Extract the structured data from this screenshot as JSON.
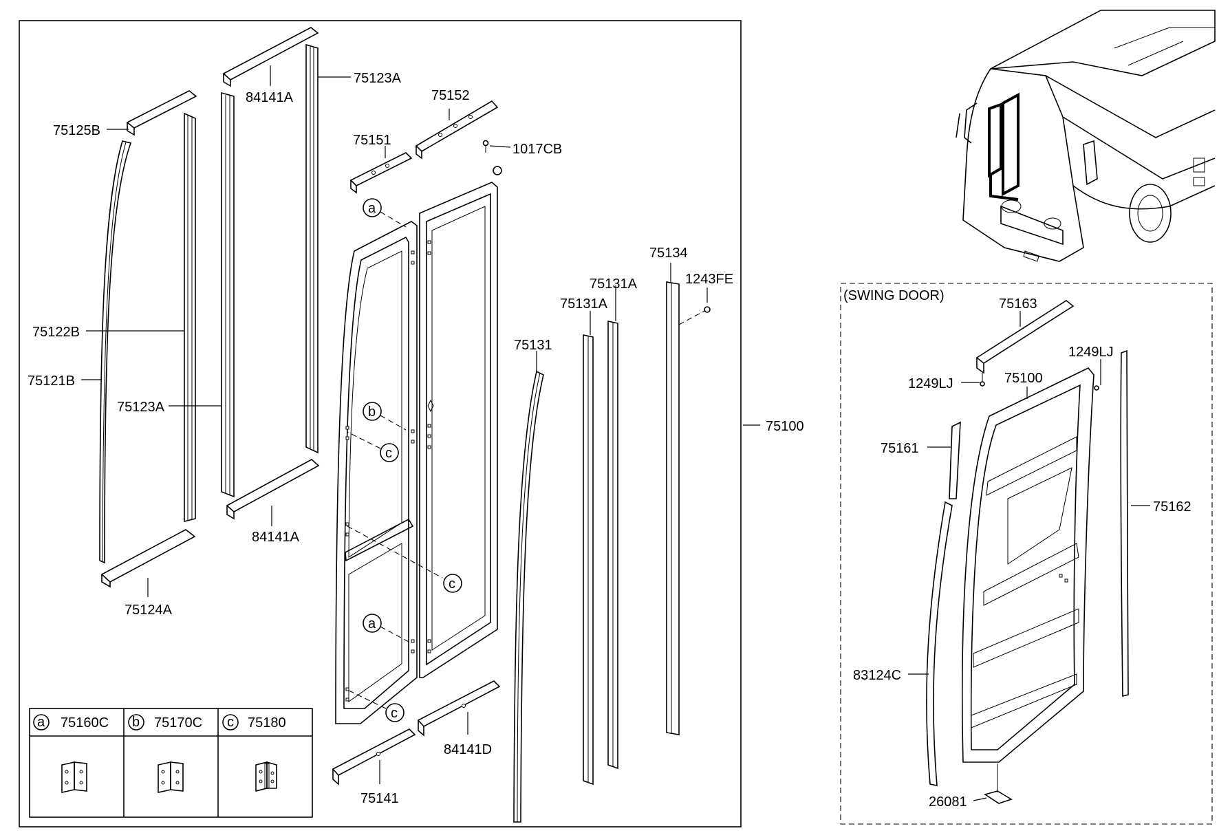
{
  "callouts": {
    "c84141A_top": "84141A",
    "c75123A_top": "75123A",
    "c75125B": "75125B",
    "c75152": "75152",
    "c75151": "75151",
    "c1017CB": "1017CB",
    "c75122B": "75122B",
    "c75121B": "75121B",
    "c75123A_mid": "75123A",
    "c84141A_bot": "84141A",
    "c75124A": "75124A",
    "c75134": "75134",
    "c1243FE": "1243FE",
    "c75131A_a": "75131A",
    "c75131A_b": "75131A",
    "c75131": "75131",
    "c75100": "75100",
    "c84141D": "84141D",
    "c75141": "75141",
    "ca1": "a",
    "ca2": "a",
    "cb": "b",
    "cc1": "c",
    "cc2": "c",
    "cc3": "c"
  },
  "legend": {
    "items": [
      {
        "letter": "a",
        "part": "75160C",
        "icon": "hinge-icon"
      },
      {
        "letter": "b",
        "part": "75170C",
        "icon": "hinge-icon"
      },
      {
        "letter": "c",
        "part": "75180",
        "icon": "hinge-icon"
      }
    ]
  },
  "swing_door": {
    "title": "(SWING DOOR)",
    "c75163": "75163",
    "c1249LJ_right": "1249LJ",
    "c1249LJ_left": "1249LJ",
    "c75100": "75100",
    "c75161": "75161",
    "c75162": "75162",
    "c83124C": "83124C",
    "c26081": "26081"
  }
}
